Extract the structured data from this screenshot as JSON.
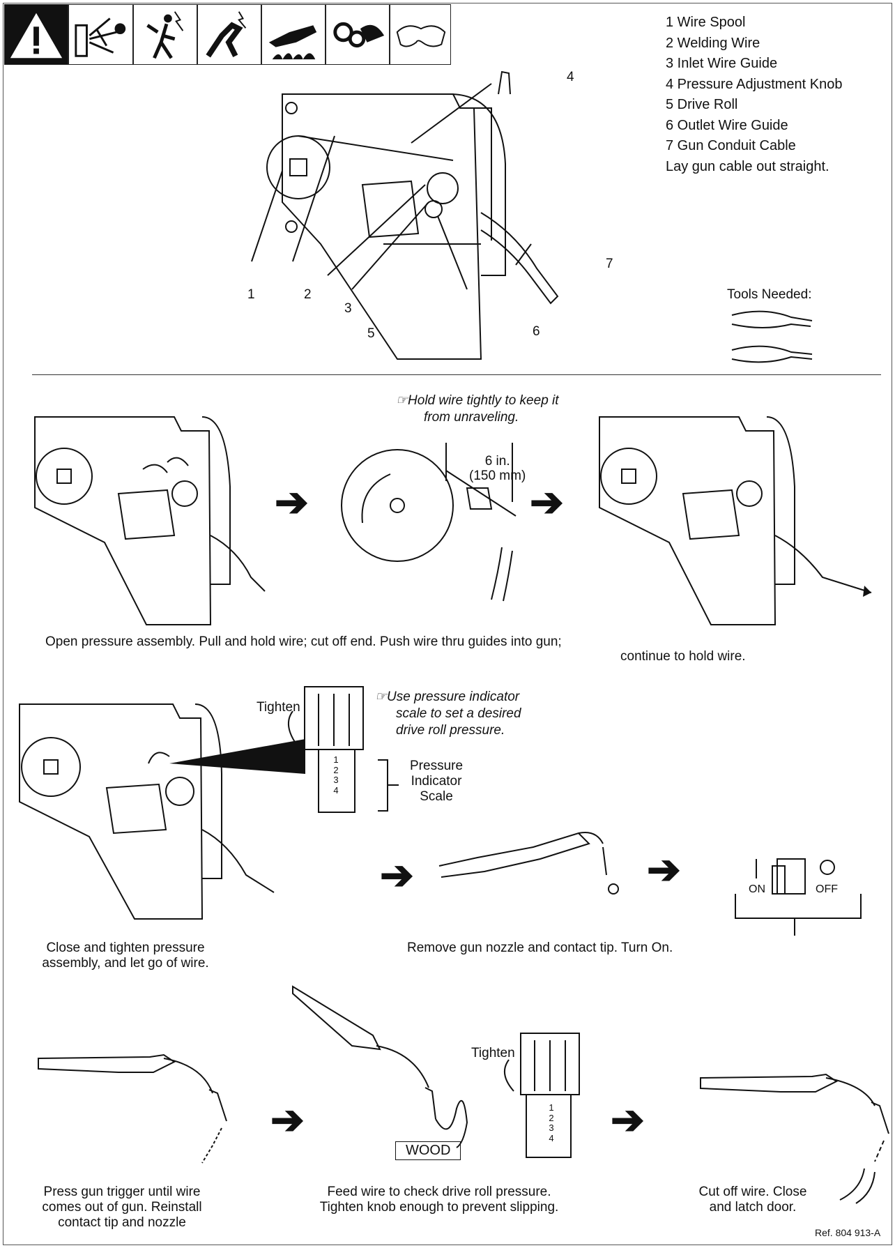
{
  "legend": {
    "items": [
      "1 Wire Spool",
      "2 Welding Wire",
      "3 Inlet Wire Guide",
      "4 Pressure Adjustment Knob",
      "5 Drive Roll",
      "6 Outlet Wire Guide",
      "7 Gun Conduit Cable",
      "Lay gun cable out straight."
    ]
  },
  "callouts": [
    "1",
    "2",
    "3",
    "4",
    "5",
    "6",
    "7"
  ],
  "tools_needed": "Tools Needed:",
  "step1": {
    "note_line1": "Hold wire tightly to keep it",
    "note_line2": "from unraveling.",
    "measure_in": "6 in.",
    "measure_mm": "(150 mm)",
    "caption_left": "Open pressure assembly. Pull and hold wire; cut off end. Push wire thru guides into gun;",
    "caption_right": "continue to hold wire."
  },
  "step2": {
    "tighten": "Tighten",
    "note_line1": "Use pressure indicator",
    "note_line2": "scale to set a desired",
    "note_line3": "drive roll pressure.",
    "scale_label_1": "Pressure",
    "scale_label_2": "Indicator",
    "scale_label_3": "Scale",
    "scale_marks": [
      "1",
      "2",
      "3",
      "4"
    ],
    "switch_on": "ON",
    "switch_off": "OFF",
    "caption_left_1": "Close and tighten pressure",
    "caption_left_2": "assembly, and let go of wire.",
    "caption_right": "Remove gun nozzle and contact tip. Turn On."
  },
  "step3": {
    "tighten": "Tighten",
    "wood": "WOOD",
    "scale_marks": [
      "1",
      "2",
      "3",
      "4"
    ],
    "caption_a_1": "Press gun trigger until wire",
    "caption_a_2": "comes out of gun. Reinstall",
    "caption_a_3": "contact tip and nozzle",
    "caption_b_1": "Feed wire to check drive roll pressure.",
    "caption_b_2": "Tighten knob enough to prevent slipping.",
    "caption_c_1": "Cut off wire. Close",
    "caption_c_2": "and latch door."
  },
  "ref": "Ref. 804 913-A",
  "hazard_icons": [
    "warning-icon",
    "electric-shock-icon",
    "person-shock-icon",
    "hand-shock-icon",
    "burn-hand-icon",
    "moving-parts-icon",
    "safety-glasses-icon"
  ]
}
